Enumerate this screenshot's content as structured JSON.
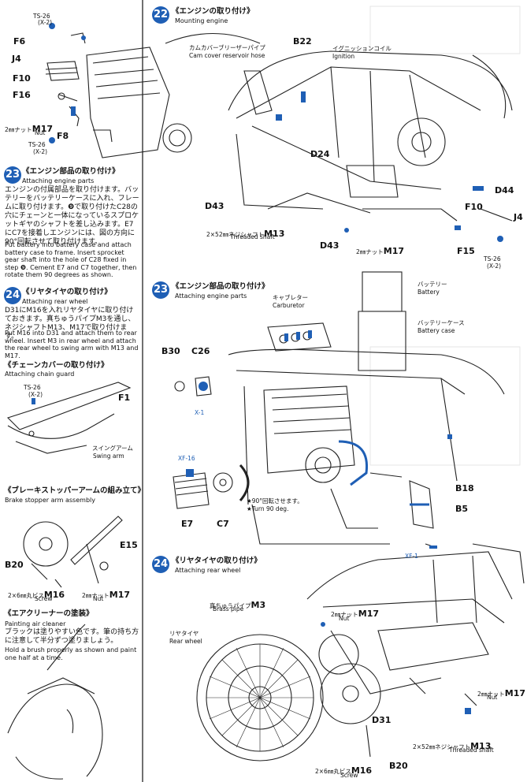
{
  "left": {
    "top_parts": {
      "ts26": "TS-26",
      "x2": "(X-2)",
      "f6": "F6",
      "j4": "J4",
      "f10": "F10",
      "f16": "F16",
      "nut_m17_jp": "2㎜ナット",
      "nut_m17_code": "M17",
      "nut_en": "Nut",
      "f8": "F8",
      "ts26b": "TS-26",
      "x2b": "(X-2)"
    },
    "step23": {
      "num": "23",
      "title_jp": "《エンジン部品の取り付け》",
      "title_en": "Attaching engine parts",
      "jp": "エンジンの付属部品を取り付けます。バッテリーをバッテリーケースに入れ、フレームに取り付けます。❾で取り付けたC28の穴にチェーンと一体になっているスプロケットギヤのシャフトを差し込みます。E7にC7を接着しエンジンには、図の方向に90°回転させて取り付けます。",
      "en": "Put battery into battery case and attach battery case to frame. Insert sprocket gear shaft into the hole of C28 fixed in step ❾. Cement E7 and C7 together, then rotate them 90 degrees as shown."
    },
    "step24": {
      "num": "24",
      "title_jp": "《リヤタイヤの取り付け》",
      "title_en": "Attaching rear wheel",
      "jp": "D31にM16を入れリヤタイヤに取り付けておきます。真ちゅうパイプM3を通し、ネジシャフトM13、M17で取り付けます。",
      "en": "Put M16 into D31 and attach them to rear wheel. Insert M3 in rear wheel and attach the rear wheel to swing arm with M13 and M17."
    },
    "chain": {
      "title_jp": "《チェーンカバーの取り付け》",
      "title_en": "Attaching chain guard",
      "ts26": "TS-26",
      "x2": "(X-2)",
      "f1": "F1",
      "swing_jp": "スイングアーム",
      "swing_en": "Swing arm"
    },
    "brake": {
      "title_jp": "《ブレーキストッパーアームの組み立て》",
      "title_en": "Brake stopper arm assembly",
      "e15": "E15",
      "b20": "B20",
      "screw_jp": "2×6㎜丸ビス",
      "screw_code": "M16",
      "screw_en": "Screw",
      "nut_jp": "2㎜ナット",
      "nut_code": "M17",
      "nut_en": "Nut"
    },
    "air": {
      "title_jp": "《エアクリーナーの塗装》",
      "title_en": "Painting air cleaner",
      "jp": "ブラックは塗りやすい色です。筆の持ち方に注意して半分ずつ塗りましょう。",
      "en": "Hold a brush properly as shown and paint one half at a time."
    }
  },
  "right": {
    "step22": {
      "num": "22",
      "title_jp": "《エンジンの取り付け》",
      "title_en": "Mounting engine",
      "hose_jp": "カムカバーブリーザーパイプ",
      "hose_en": "Cam cover reservoir hose",
      "b22": "B22",
      "ignition_jp": "イグニッションコイル",
      "ignition_en": "Ignition",
      "d24": "D24",
      "d44": "D44",
      "d43": "D43",
      "shaft_jp": "2×52㎜ネジシャフト",
      "shaft_code": "M13",
      "shaft_en": "Threaded shaft",
      "d43b": "D43",
      "nut_jp": "2㎜ナット",
      "nut_code": "M17",
      "f10": "F10",
      "j4": "J4",
      "f15": "F15",
      "ts26": "TS-26",
      "x2": "(X-2)"
    },
    "step23": {
      "num": "23",
      "title_jp": "《エンジン部品の取り付け》",
      "title_en": "Attaching engine parts",
      "battery_jp": "バッテリー",
      "battery_en": "Battery",
      "carb_jp": "キャブレター",
      "carb_en": "Carburetor",
      "case_jp": "バッテリーケース",
      "case_en": "Battery case",
      "b30": "B30",
      "c26": "C26",
      "x1": "X-1",
      "xf16": "XF-16",
      "turn_jp": "★90°回転させます。",
      "turn_en": "★Turn 90 deg.",
      "e7": "E7",
      "c7": "C7",
      "b18": "B18",
      "b5": "B5",
      "x1b": "XF-1"
    },
    "step24": {
      "num": "24",
      "title_jp": "《リヤタイヤの取り付け》",
      "title_en": "Attaching rear wheel",
      "pipe_jp": "真ちゅうパイプ",
      "pipe_code": "M3",
      "pipe_en": "Brass pipe",
      "nut_jp": "2㎜ナット",
      "nut_code": "M17",
      "nut_en": "Nut",
      "wheel_jp": "リヤタイヤ",
      "wheel_en": "Rear wheel",
      "nut2_jp": "2㎜ナット",
      "nut2_code": "M17",
      "nut2_en": "Nut",
      "d31": "D31",
      "shaft_jp": "2×52㎜ネジシャフト",
      "shaft_code": "M13",
      "shaft_en": "Threaded shaft",
      "screw_jp": "2×6㎜丸ビス",
      "screw_code": "M16",
      "screw_en": "Screw",
      "b20": "B20"
    }
  },
  "colors": {
    "accent": "#1f5fb5"
  }
}
